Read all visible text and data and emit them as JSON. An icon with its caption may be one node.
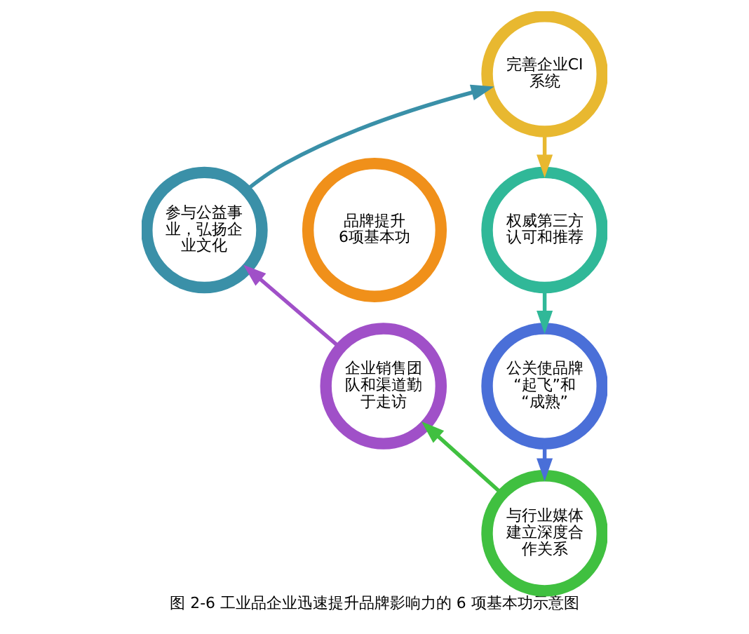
{
  "diagram": {
    "caption": "图 2-6 工业品企业迅速提升品牌影响力的 6 项基本功示意图",
    "nodes": [
      {
        "text": [
          "品牌提升 6项基本功"
        ]
      },
      {
        "text": [
          "完善企业CI 系统"
        ]
      },
      {
        "text": [
          "权威第三方认可和推荐"
        ]
      },
      {
        "text": [
          "公关使品牌“起飞”和“成熟”"
        ]
      },
      {
        "text": [
          "与行业媒体建立深度合作关系"
        ]
      },
      {
        "text": [
          "企业销售团队和渠道勤于走访"
        ]
      },
      {
        "text": [
          "参与公益事业，弘扬企业文化"
        ]
      }
    ],
    "edges": [
      {
        "from": 1,
        "to": 2,
        "arrow": "to",
        "color": "#e8b830"
      },
      {
        "from": 2,
        "to": 3,
        "arrow": "to",
        "color": "#30b898"
      },
      {
        "from": 3,
        "to": 4,
        "arrow": "to",
        "color": "#4a6fd8"
      },
      {
        "from": 4,
        "to": 5,
        "arrow": "to",
        "color": "#40c040"
      },
      {
        "from": 5,
        "to": 6,
        "arrow": "to",
        "color": "#a050c8"
      },
      {
        "from": 6,
        "to": 1,
        "arrow": "to",
        "color": "#3a90a8"
      }
    ]
  }
}
